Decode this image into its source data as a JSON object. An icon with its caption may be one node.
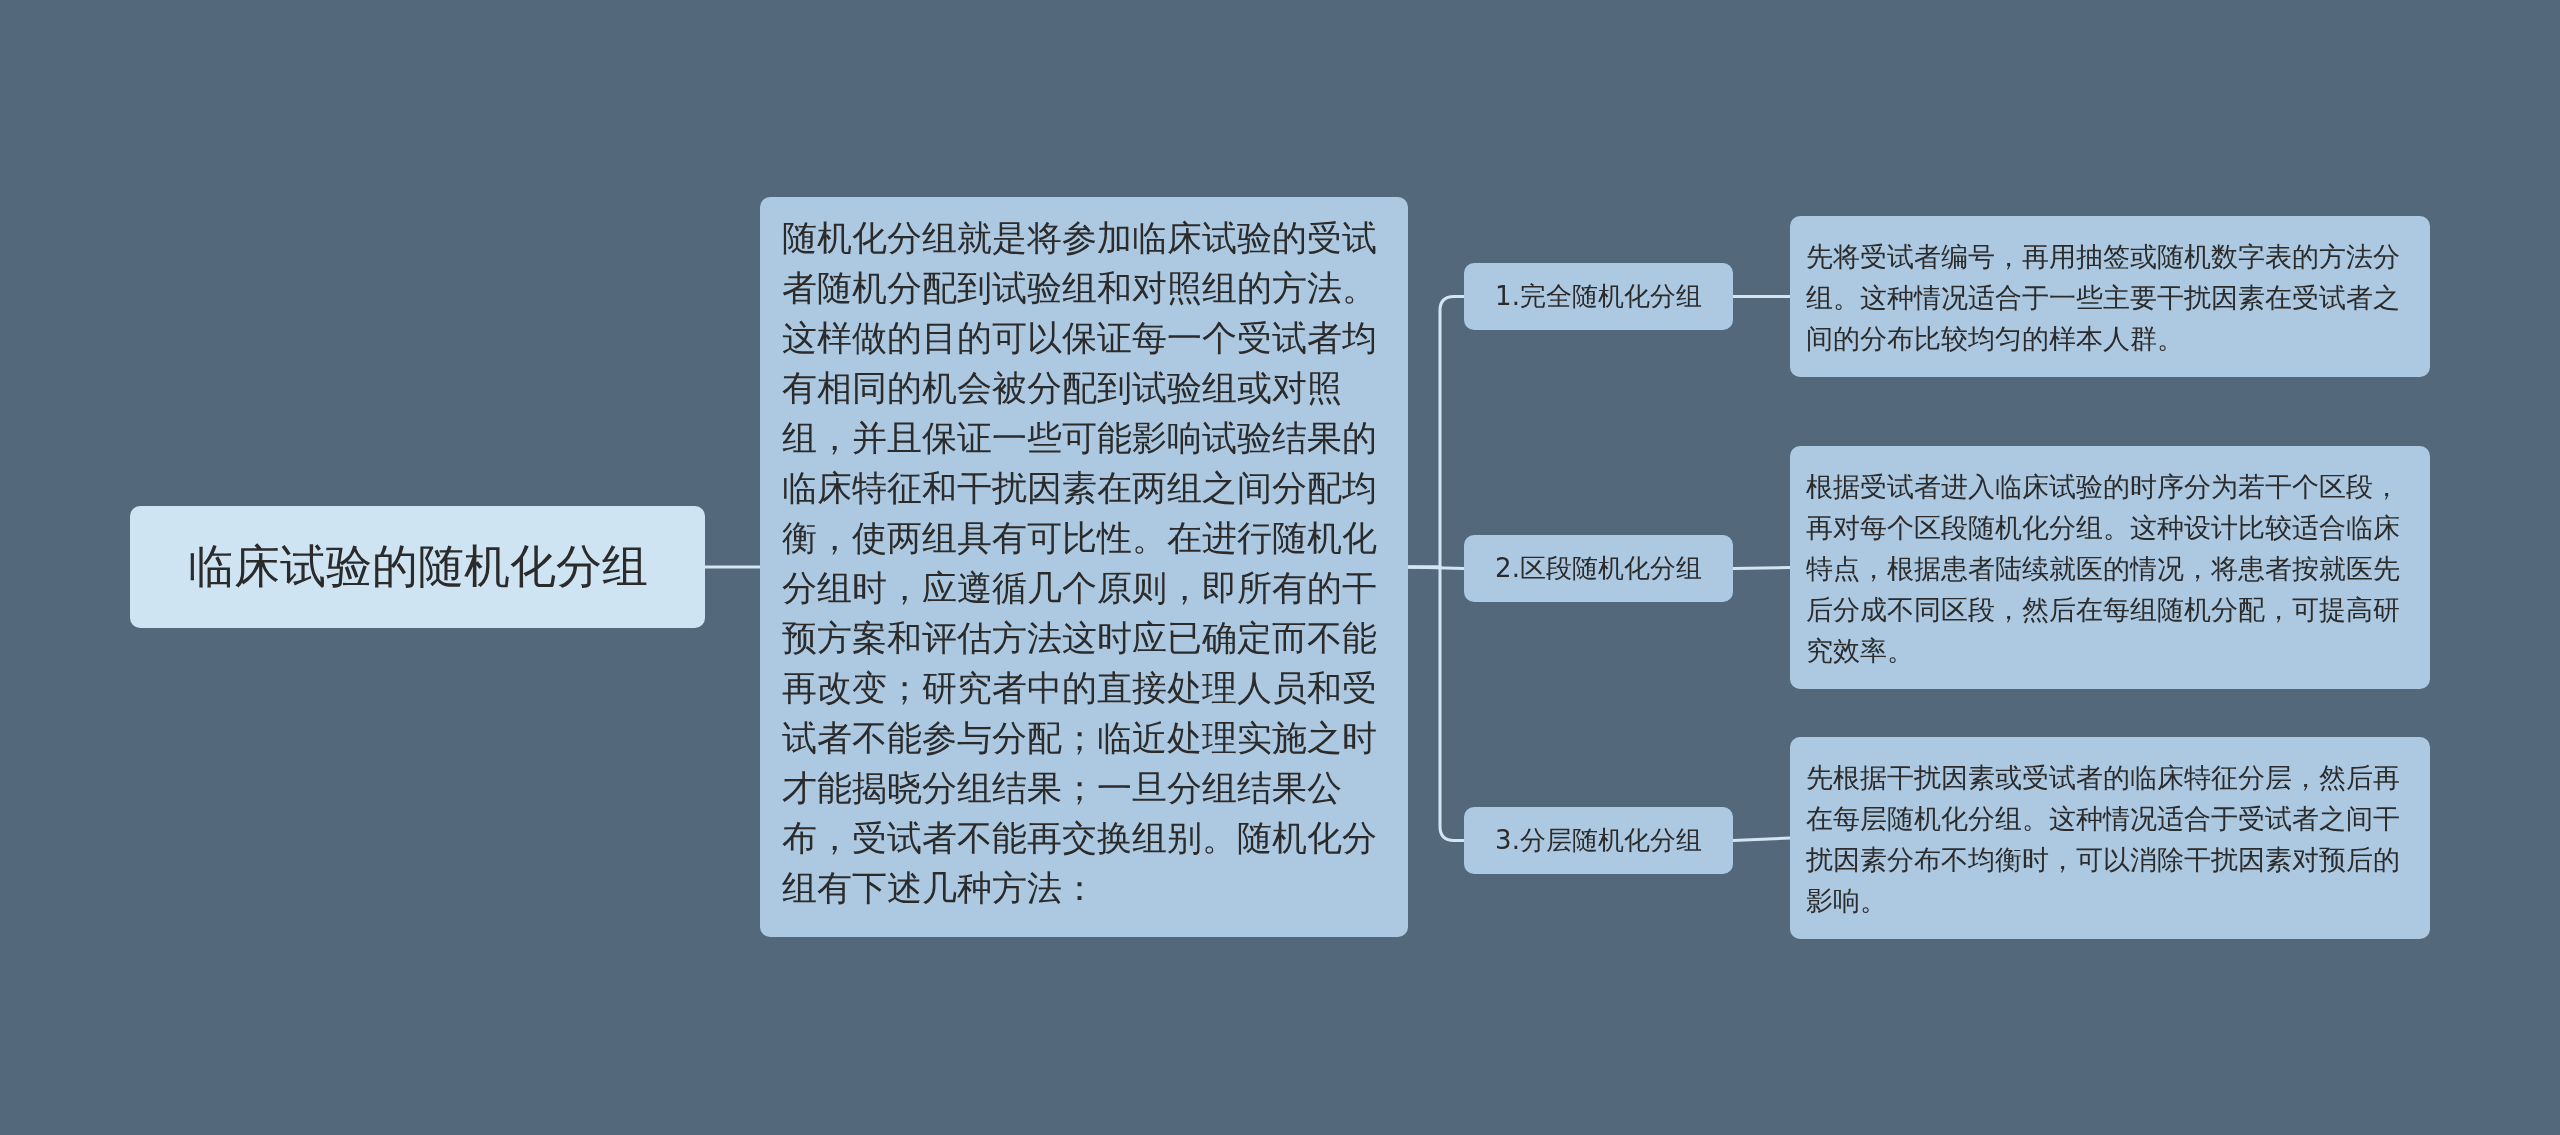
{
  "diagram": {
    "nodes": [
      {
        "text": [
          "临床试验的随机化分组"
        ]
      },
      {
        "text": [
          "随机化分组就是将参加临床试验的受试者随机分配到试验组和对照组的方法。这样做的目的可以保证每一个受试者均有相同的机会被分配到试验组或对照组，并且保证一些可能影响试验结果的临床特征和干扰因素在两组之间分配均衡，使两组具有可比性。在进行随机化分组时，应遵循几个原则，即所有的干预方案和评估方法这时应已确定而不能再改变；研究者中的直接处理人员和受试者不能参与分配；临近处理实施之时才能揭晓分组结果；一旦分组结果公布，受试者不能再交换组别。随机化分组有下述几种方法："
        ]
      },
      {
        "text": [
          "1.完全随机化分组"
        ]
      },
      {
        "text": [
          "先将受试者编号，再用抽签或随机数字表的方法分组。这种情况适合于一些主要干扰因素在受试者之间的分布比较均匀的样本人群。"
        ]
      },
      {
        "text": [
          "2.区段随机化分组"
        ]
      },
      {
        "text": [
          "根据受试者进入临床试验的时序分为若干个区段，再对每个区段随机化分组。这种设计比较适合临床特点，根据患者陆续就医的情况，将患者按就医先后分成不同区段，然后在每组随机分配，可提高研究效率。"
        ]
      },
      {
        "text": [
          "3.分层随机化分组"
        ]
      },
      {
        "text": [
          "先根据干扰因素或受试者的临床特征分层，然后再在每层随机化分组。这种情况适合于受试者之间干扰因素分布不均衡时，可以消除干扰因素对预后的影响。"
        ]
      }
    ],
    "edges": [
      {
        "from": 0,
        "to": 1,
        "arrow": "none"
      },
      {
        "from": 1,
        "to": 2,
        "arrow": "none"
      },
      {
        "from": 1,
        "to": 4,
        "arrow": "none"
      },
      {
        "from": 1,
        "to": 6,
        "arrow": "none"
      },
      {
        "from": 2,
        "to": 3,
        "arrow": "none"
      },
      {
        "from": 4,
        "to": 5,
        "arrow": "none"
      },
      {
        "from": 6,
        "to": 7,
        "arrow": "none"
      }
    ]
  }
}
